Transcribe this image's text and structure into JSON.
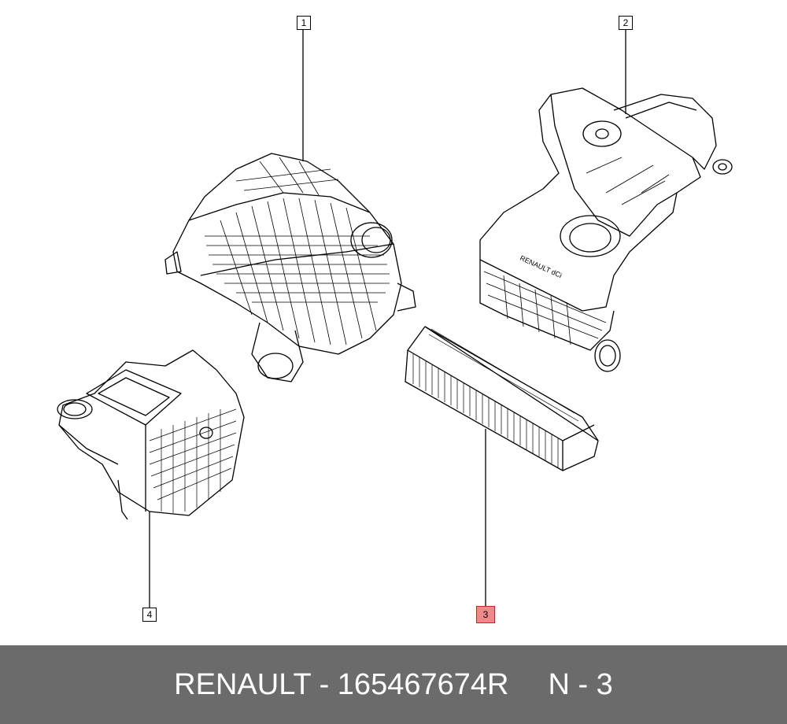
{
  "callouts": {
    "one": "1",
    "two": "2",
    "three": "3",
    "four": "4"
  },
  "footer": {
    "part_text": "RENAULT - 165467674R",
    "qty_text": "N - 3"
  },
  "colors": {
    "highlight": "#f08a8a",
    "footer_bg": "#6b6b6b"
  }
}
